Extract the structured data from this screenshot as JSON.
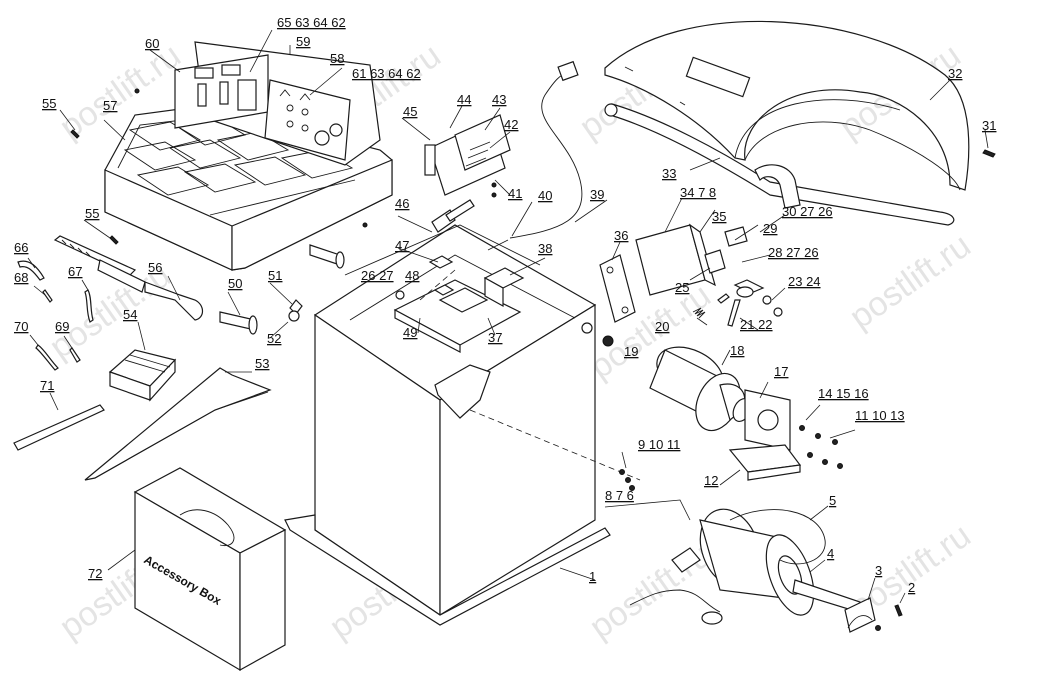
{
  "watermark": "postlift.ru",
  "colors": {
    "line": "#1b1b1b",
    "watermark": "#e4e4e4",
    "background": "#ffffff"
  },
  "accessory_box_text": "Accessory Box",
  "callouts": [
    {
      "id": "c1",
      "text": "1"
    },
    {
      "id": "c2",
      "text": "2"
    },
    {
      "id": "c3",
      "text": "3"
    },
    {
      "id": "c4",
      "text": "4"
    },
    {
      "id": "c5",
      "text": "5"
    },
    {
      "id": "c6",
      "text": "8  7  6"
    },
    {
      "id": "c7",
      "text": "9 10 11"
    },
    {
      "id": "c8",
      "text": "12"
    },
    {
      "id": "c9",
      "text": "11 10 13"
    },
    {
      "id": "c10",
      "text": "14 15 16"
    },
    {
      "id": "c11",
      "text": "17"
    },
    {
      "id": "c12",
      "text": "18"
    },
    {
      "id": "c13",
      "text": "19"
    },
    {
      "id": "c14",
      "text": "20"
    },
    {
      "id": "c15",
      "text": "21 22"
    },
    {
      "id": "c16",
      "text": "23 24"
    },
    {
      "id": "c17",
      "text": "25"
    },
    {
      "id": "c18",
      "text": "28 27 26"
    },
    {
      "id": "c19",
      "text": "29"
    },
    {
      "id": "c20",
      "text": "30 27 26"
    },
    {
      "id": "c21",
      "text": "31"
    },
    {
      "id": "c22",
      "text": "32"
    },
    {
      "id": "c23",
      "text": "33"
    },
    {
      "id": "c24",
      "text": "34  7  8"
    },
    {
      "id": "c25",
      "text": "35"
    },
    {
      "id": "c26",
      "text": "36"
    },
    {
      "id": "c27",
      "text": "37"
    },
    {
      "id": "c28",
      "text": "38"
    },
    {
      "id": "c29",
      "text": "39"
    },
    {
      "id": "c30",
      "text": "40"
    },
    {
      "id": "c31",
      "text": "41"
    },
    {
      "id": "c32",
      "text": "42"
    },
    {
      "id": "c33",
      "text": "43"
    },
    {
      "id": "c34",
      "text": "44"
    },
    {
      "id": "c35",
      "text": "45"
    },
    {
      "id": "c36",
      "text": "46"
    },
    {
      "id": "c37",
      "text": "47"
    },
    {
      "id": "c38",
      "text": "48"
    },
    {
      "id": "c39",
      "text": "26 27"
    },
    {
      "id": "c40",
      "text": "49"
    },
    {
      "id": "c41",
      "text": "50"
    },
    {
      "id": "c42",
      "text": "51"
    },
    {
      "id": "c43",
      "text": "52"
    },
    {
      "id": "c44",
      "text": "53"
    },
    {
      "id": "c45",
      "text": "54"
    },
    {
      "id": "c46",
      "text": "55"
    },
    {
      "id": "c47",
      "text": "55"
    },
    {
      "id": "c48",
      "text": "56"
    },
    {
      "id": "c49",
      "text": "57"
    },
    {
      "id": "c50",
      "text": "58"
    },
    {
      "id": "c51",
      "text": "59"
    },
    {
      "id": "c52",
      "text": "60"
    },
    {
      "id": "c53",
      "text": "61 63 64 62"
    },
    {
      "id": "c54",
      "text": "65 63 64 62"
    },
    {
      "id": "c55",
      "text": "66"
    },
    {
      "id": "c56",
      "text": "67"
    },
    {
      "id": "c57",
      "text": "68"
    },
    {
      "id": "c58",
      "text": "69"
    },
    {
      "id": "c59",
      "text": "70"
    },
    {
      "id": "c60",
      "text": "71"
    },
    {
      "id": "c61",
      "text": "72"
    }
  ]
}
